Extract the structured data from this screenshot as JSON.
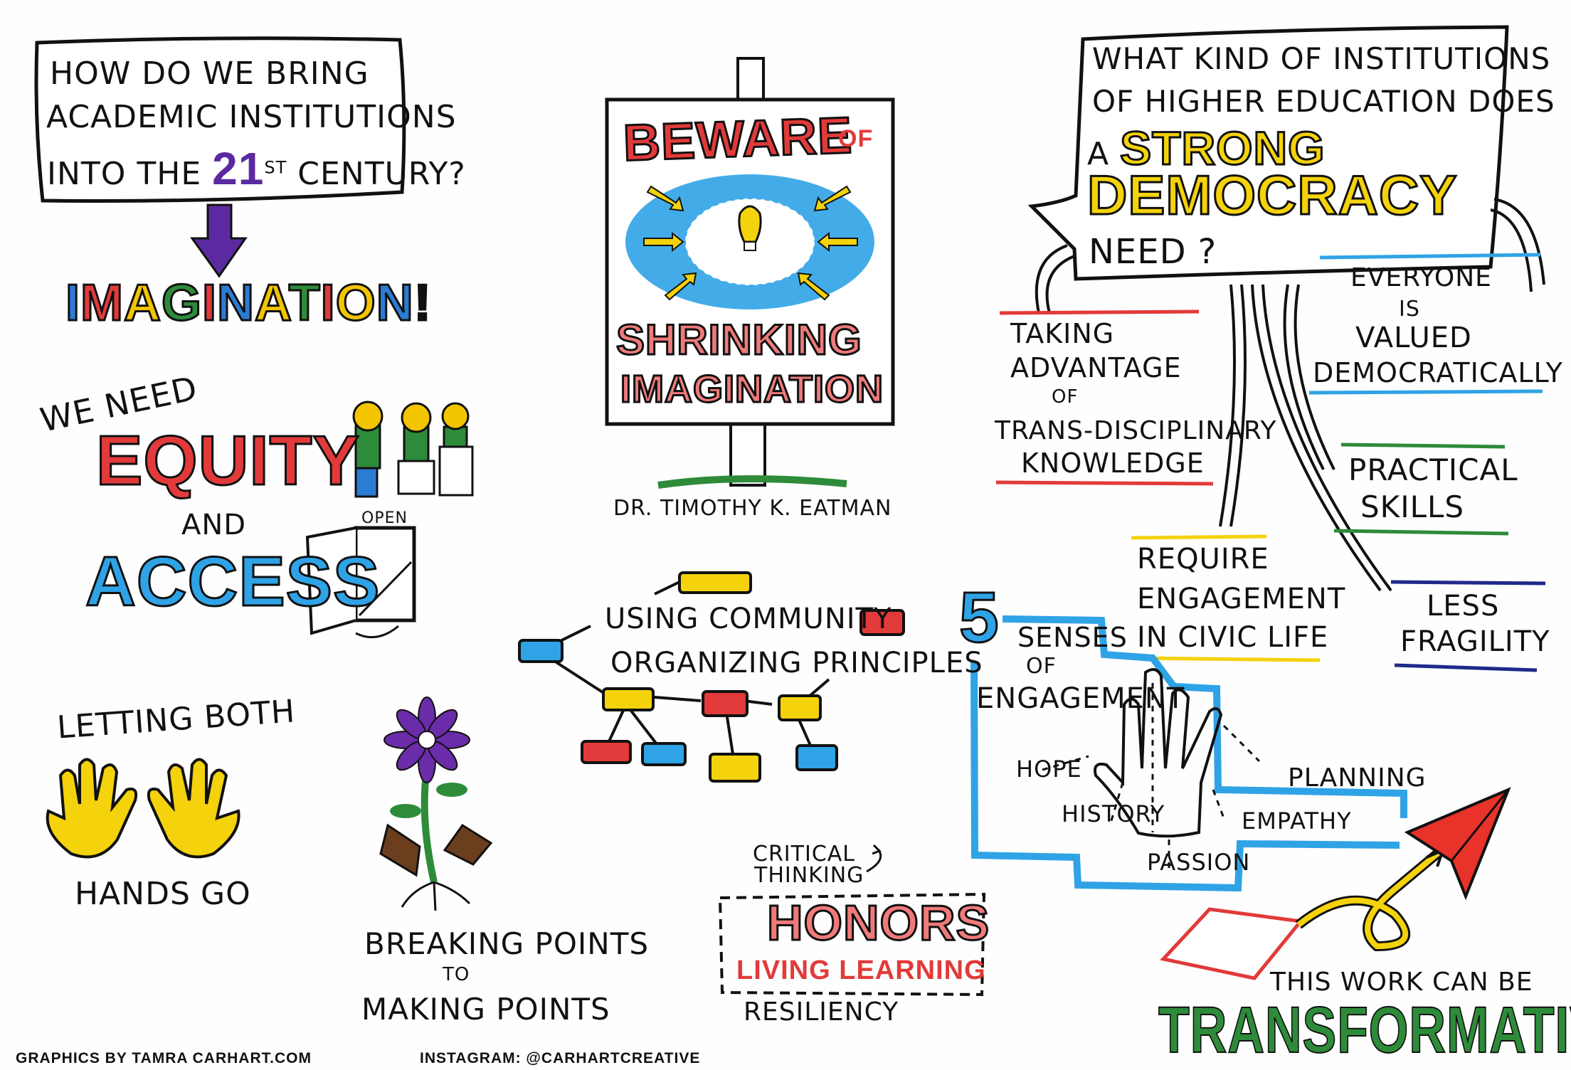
{
  "question_left": {
    "line1": "HOW DO WE BRING",
    "line2": "ACADEMIC INSTITUTIONS",
    "line3_pre": "INTO THE",
    "line3_num": "21",
    "line3_sup": "ST",
    "line3_post": "CENTURY?"
  },
  "imagination": {
    "text": "IMAGINATION!",
    "colors": [
      "#2b7cd3",
      "#e23a3a",
      "#f2c500",
      "#2e8b3a",
      "#e23a3a",
      "#2b7cd3",
      "#f2c500",
      "#2e8b3a",
      "#e23a3a",
      "#f2c500",
      "#2b7cd3",
      "#111111"
    ]
  },
  "equity": {
    "we_need": "WE NEED",
    "equity": "EQUITY",
    "and": "AND",
    "access": "ACCESS",
    "open": "OPEN"
  },
  "hands": {
    "top": "LETTING BOTH",
    "left": "HANDS",
    "right": "GO"
  },
  "breaking": {
    "line1": "BREAKING POINTS",
    "line2": "TO",
    "line3": "MAKING POINTS"
  },
  "sign": {
    "beware": "BEWARE",
    "of": "OF",
    "shrinking": "SHRINKING",
    "imagination": "IMAGINATION",
    "speaker": "DR. TIMOTHY K. EATMAN"
  },
  "community": {
    "line1": "USING COMMUNITY",
    "line2": "ORGANIZING PRINCIPLES"
  },
  "honors": {
    "critical": "CRITICAL",
    "thinking": "THINKING",
    "honors": "HONORS",
    "living": "LIVING LEARNING",
    "resiliency": "RESILIENCY"
  },
  "question_right": {
    "line1": "WHAT KIND OF INSTITUTIONS",
    "line2": "OF HIGHER EDUCATION DOES",
    "line3_pre": "A",
    "line3_strong": "STRONG",
    "line4": "DEMOCRACY",
    "line5": "NEED ?"
  },
  "branches": {
    "taking": [
      "TAKING",
      "ADVANTAGE",
      "OF",
      "TRANS-DISCIPLINARY",
      "KNOWLEDGE"
    ],
    "everyone": [
      "EVERYONE",
      "IS",
      "VALUED",
      "DEMOCRATICALLY"
    ],
    "practical": [
      "PRACTICAL",
      "SKILLS"
    ],
    "require": [
      "REQUIRE",
      "ENGAGEMENT",
      "IN CIVIC LIFE"
    ],
    "less": [
      "LESS",
      "FRAGILITY"
    ]
  },
  "senses": {
    "number": "5",
    "line1": "SENSES",
    "line2": "OF",
    "line3": "ENGAGEMENT",
    "items": [
      "HOPE",
      "HISTORY",
      "PASSION",
      "EMPATHY",
      "PLANNING"
    ]
  },
  "transform": {
    "line1": "THIS WORK CAN BE",
    "line2": "TRANSFORMATIVE"
  },
  "footer": {
    "credit": "GRAPHICS BY TAMRA CARHART.COM",
    "instagram": "INSTAGRAM: @CARHARTCREATIVE"
  }
}
